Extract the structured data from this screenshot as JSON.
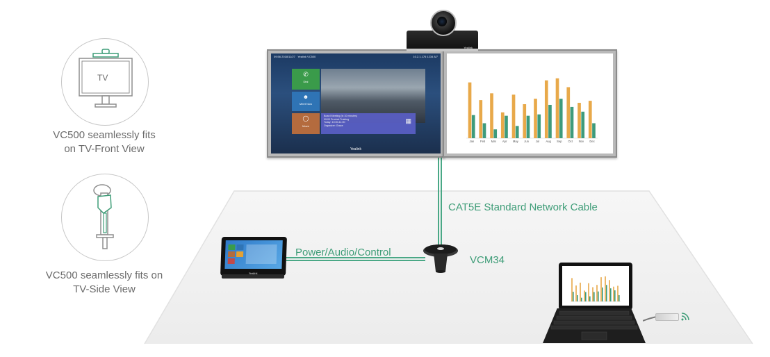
{
  "left_panel": {
    "front_view": {
      "tv_label": "TV",
      "caption_line1": "VC500 seamlessly fits",
      "caption_line2": "on TV-Front View"
    },
    "side_view": {
      "caption_line1": "VC500 seamlessly fits on",
      "caption_line2": "TV-Side View"
    }
  },
  "camera": {
    "brand": "Yealink"
  },
  "screen_ui": {
    "status_left": "09:56  2018/11/27",
    "device": "Yealink VC500",
    "status_right": "10.2.1.176   1234   8/7",
    "tiles": [
      {
        "label": "Dial",
        "color": "#3a9b4a"
      },
      {
        "label": "Meet Now",
        "color": "#2f74b5"
      },
      {
        "label": "Move",
        "color": "#b46b3e"
      }
    ],
    "meeting_card": [
      "Board Meeting  (in 10 minutes)",
      "09:00 Product Training",
      "Today: 10:00-11:00",
      "Organizer: Grace"
    ],
    "brand": "Yealink"
  },
  "chart_data": {
    "type": "bar",
    "categories": [
      "Jan",
      "Feb",
      "Mar",
      "Apr",
      "May",
      "Jun",
      "Jul",
      "Aug",
      "Sep",
      "Oct",
      "Nov",
      "Dec"
    ],
    "series": [
      {
        "values": [
          82,
          56,
          66,
          38,
          64,
          50,
          58,
          85,
          88,
          75,
          52,
          55
        ],
        "color": "#e8a94a"
      },
      {
        "values": [
          34,
          22,
          13,
          33,
          18,
          33,
          35,
          49,
          58,
          46,
          39,
          22
        ],
        "color": "#3e9b7c"
      }
    ],
    "ylim": [
      0,
      100
    ]
  },
  "labels": {
    "cable": "CAT5E Standard Network Cable",
    "link": "Power/Audio/Control",
    "speaker": "VCM34"
  },
  "tablet": {
    "brand": "Yealink"
  },
  "colors": {
    "accent": "#3f9d78",
    "caption": "#6b6b6b",
    "floor": "#f1f1f1"
  }
}
